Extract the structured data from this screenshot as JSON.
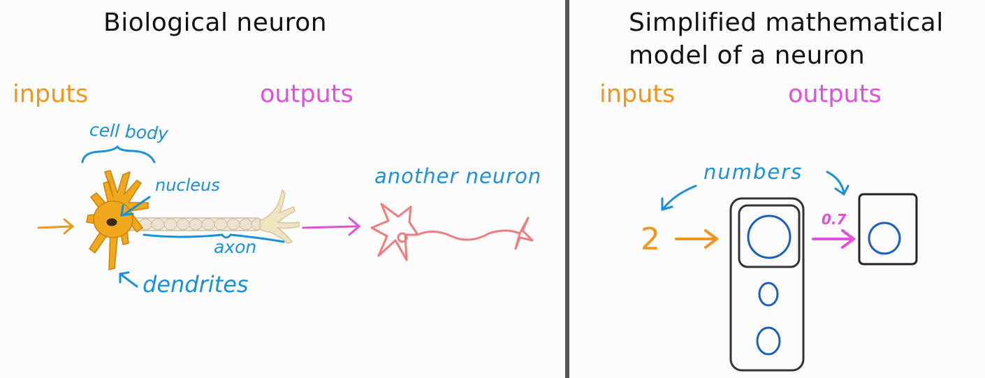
{
  "colors": {
    "inputs": "#f0961e",
    "outputs": "#e050d8",
    "annotation": "#1a90d6",
    "neuron_body": "#f2a81c",
    "other_neuron": "#ef7d7d",
    "units": "#1a5fc0",
    "box": "#333333",
    "divider": "#555555"
  },
  "left_panel": {
    "title": "Biological neuron",
    "inputs_label": "inputs",
    "outputs_label": "outputs",
    "cell_body_label": "cell body",
    "nucleus_label": "nucleus",
    "axon_label": "axon",
    "dendrites_label": "dendrites",
    "another_neuron_label": "another neuron"
  },
  "right_panel": {
    "title_line1": "Simplified mathematical",
    "title_line2": "model of a neuron",
    "inputs_label": "inputs",
    "outputs_label": "outputs",
    "numbers_label": "numbers",
    "input_value": "2",
    "output_value": "0.7"
  }
}
